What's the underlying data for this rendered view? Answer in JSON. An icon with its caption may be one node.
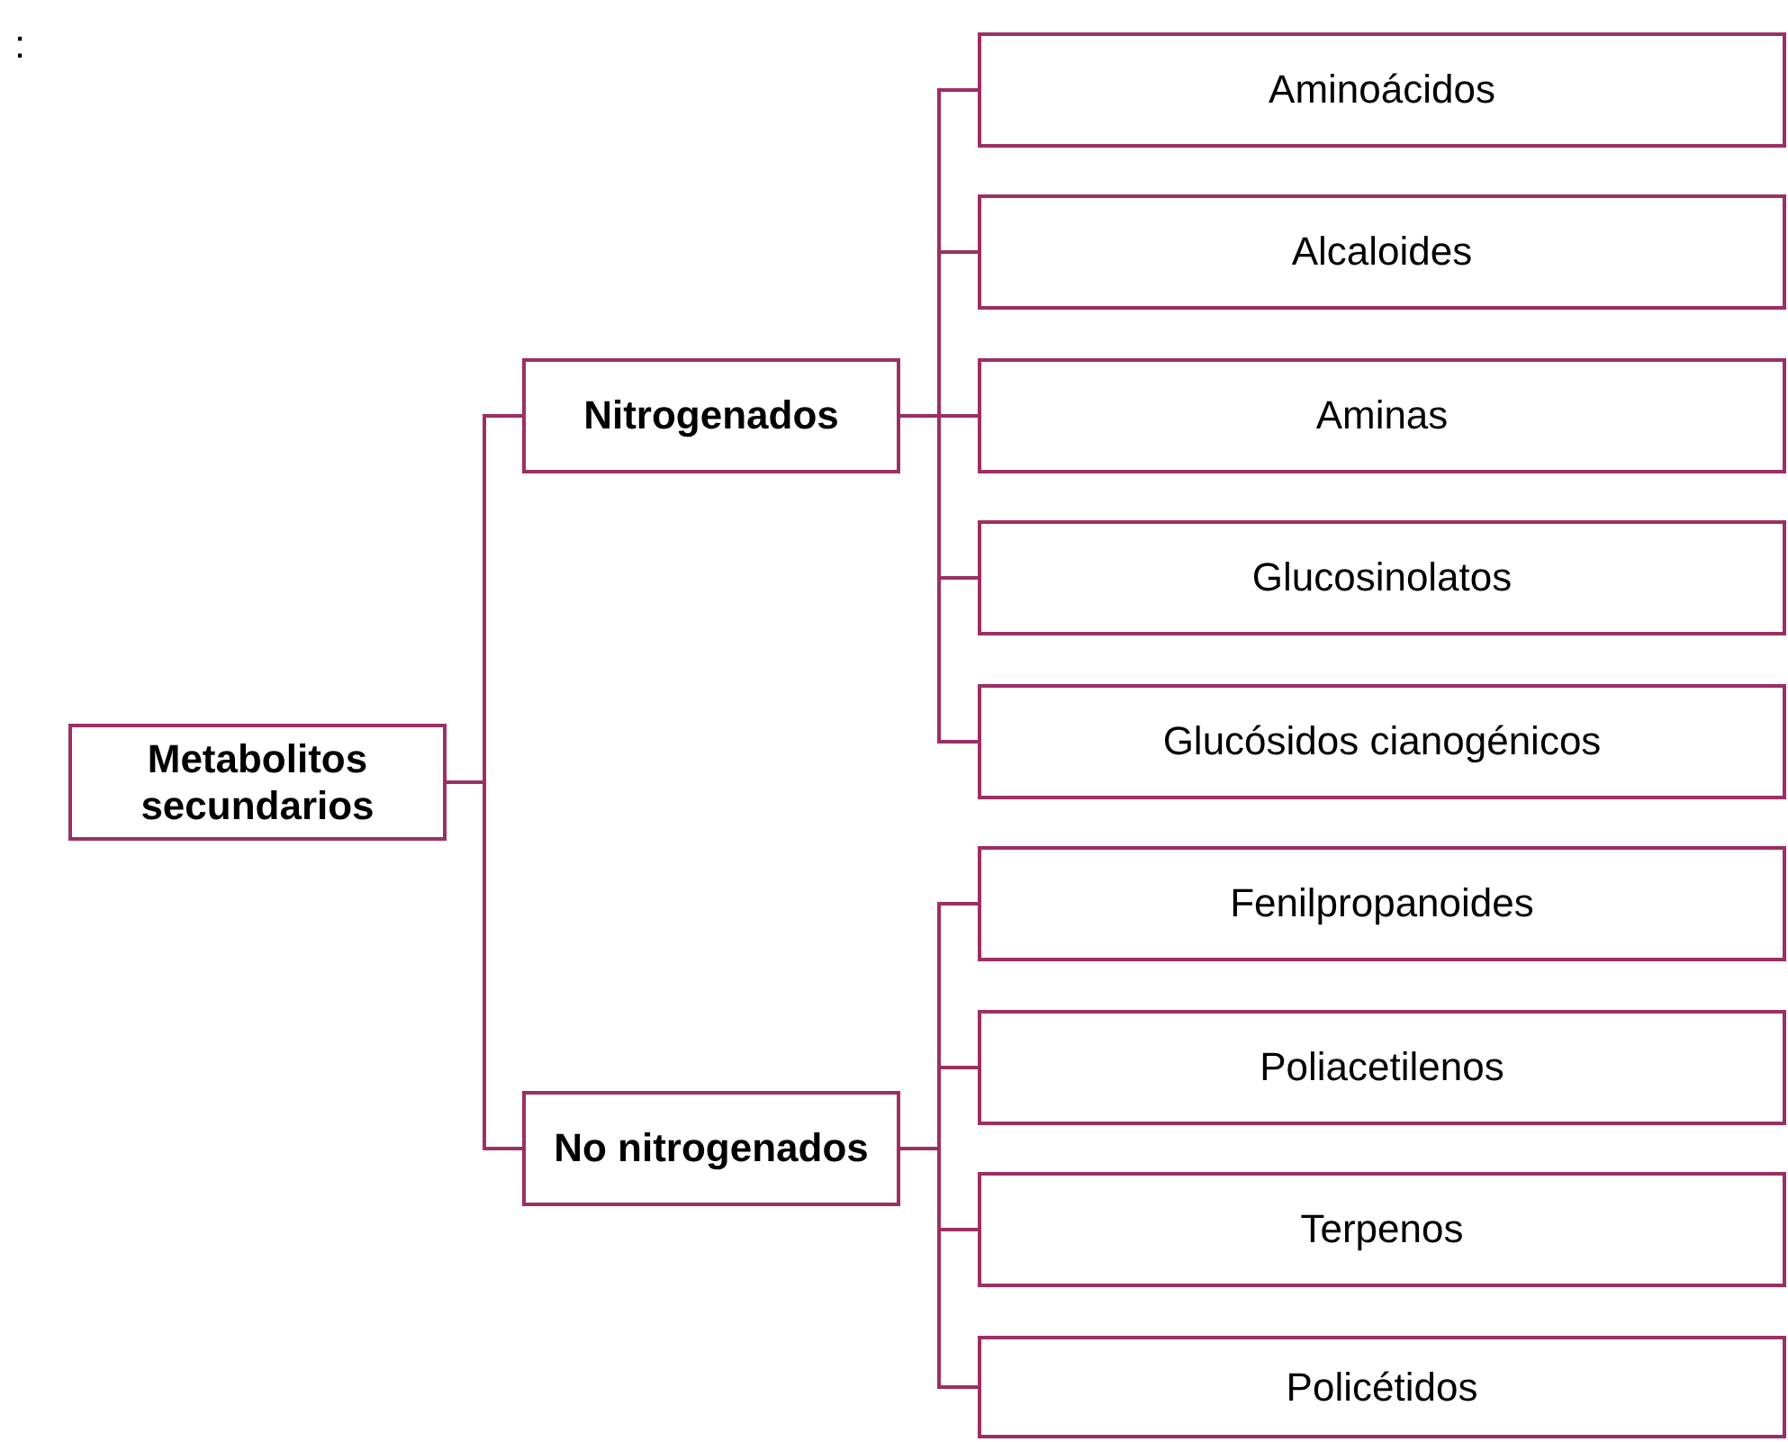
{
  "diagram": {
    "nodes": [
      {
        "text": [
          "Metabolitos secundarios"
        ]
      },
      {
        "text": [
          "Nitrogenados"
        ]
      },
      {
        "text": [
          "Aminoácidos"
        ]
      },
      {
        "text": [
          "Alcaloides"
        ]
      },
      {
        "text": [
          "Aminas"
        ]
      },
      {
        "text": [
          "Glucosinolatos"
        ]
      },
      {
        "text": [
          "Glucósidos cianogénicos"
        ]
      },
      {
        "text": [
          "No nitrogenados"
        ]
      },
      {
        "text": [
          "Fenilpropanoides"
        ]
      },
      {
        "text": [
          "Poliacetilenos"
        ]
      },
      {
        "text": [
          "Terpenos"
        ]
      },
      {
        "text": [
          "Policétidos"
        ]
      }
    ],
    "edges": [
      {
        "from": 0,
        "to": 1,
        "arrow": "none"
      },
      {
        "from": 0,
        "to": 7,
        "arrow": "none"
      },
      {
        "from": 1,
        "to": 2,
        "arrow": "none"
      },
      {
        "from": 1,
        "to": 3,
        "arrow": "none"
      },
      {
        "from": 1,
        "to": 4,
        "arrow": "none"
      },
      {
        "from": 1,
        "to": 5,
        "arrow": "none"
      },
      {
        "from": 1,
        "to": 6,
        "arrow": "none"
      },
      {
        "from": 7,
        "to": 8,
        "arrow": "none"
      },
      {
        "from": 7,
        "to": 9,
        "arrow": "none"
      },
      {
        "from": 7,
        "to": 10,
        "arrow": "none"
      },
      {
        "from": 7,
        "to": 11,
        "arrow": "none"
      }
    ],
    "labels": [
      ":"
    ]
  }
}
